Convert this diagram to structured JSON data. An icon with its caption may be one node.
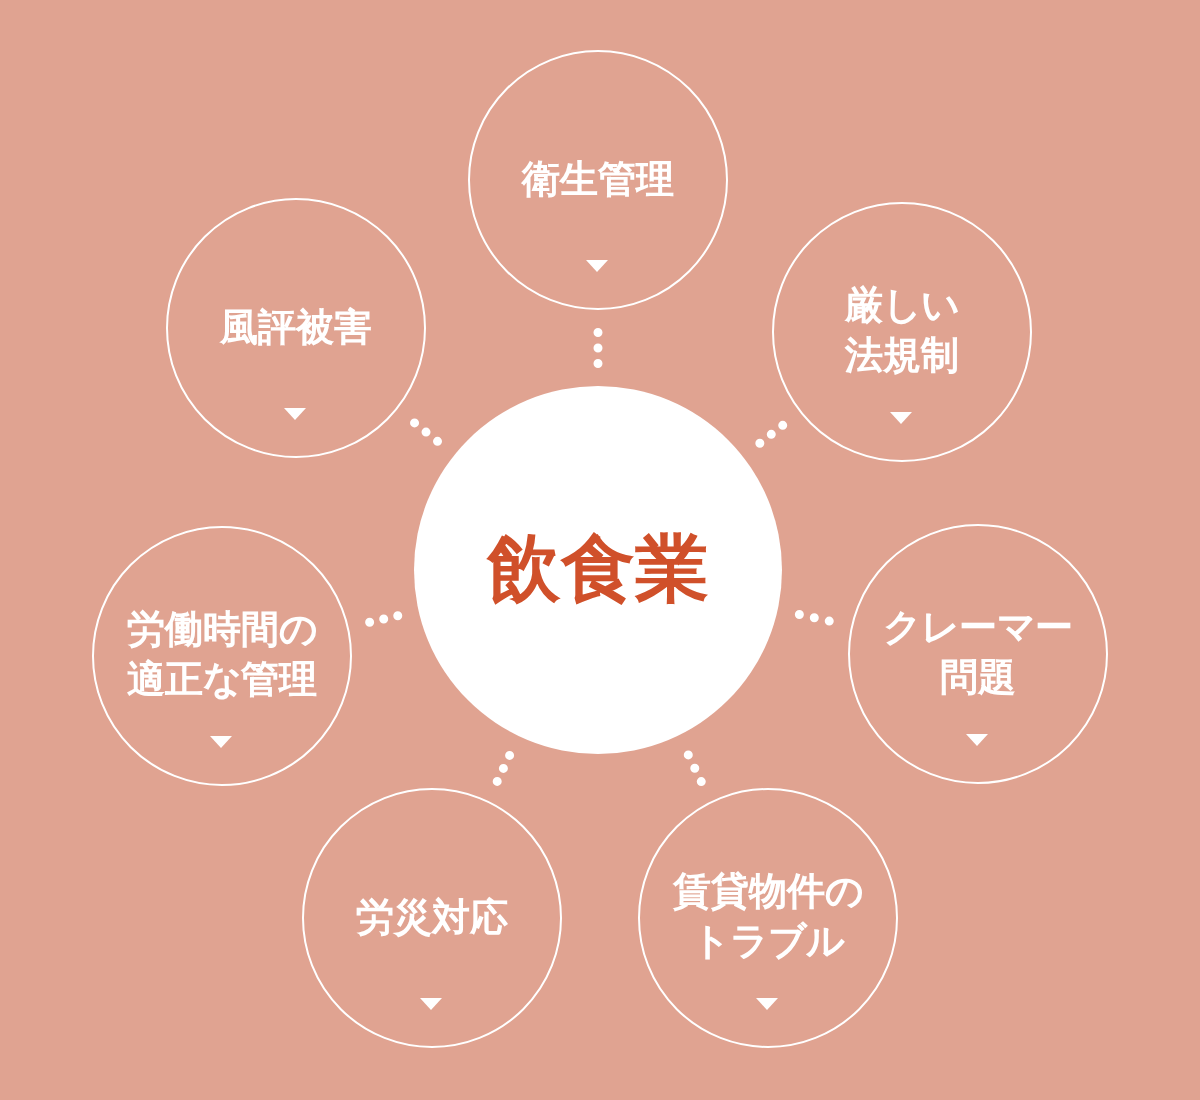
{
  "diagram": {
    "nodes": [
      {
        "text": [
          "衛生管理"
        ]
      },
      {
        "text": [
          "風評被害"
        ]
      },
      {
        "text": [
          "厳しい法規制"
        ]
      },
      {
        "text": [
          "飲食業"
        ]
      },
      {
        "text": [
          "労働時間の適正な管理"
        ]
      },
      {
        "text": [
          "クレーマー問題"
        ]
      },
      {
        "text": [
          "労災対応"
        ]
      },
      {
        "text": [
          "賃貸物件のトラブル"
        ]
      }
    ],
    "edges": [
      {
        "from": 3,
        "to": 0,
        "arrow": "none"
      },
      {
        "from": 3,
        "to": 1,
        "arrow": "none"
      },
      {
        "from": 3,
        "to": 2,
        "arrow": "none"
      },
      {
        "from": 3,
        "to": 4,
        "arrow": "none"
      },
      {
        "from": 3,
        "to": 5,
        "arrow": "none"
      },
      {
        "from": 3,
        "to": 6,
        "arrow": "none"
      },
      {
        "from": 3,
        "to": 7,
        "arrow": "none"
      }
    ]
  }
}
